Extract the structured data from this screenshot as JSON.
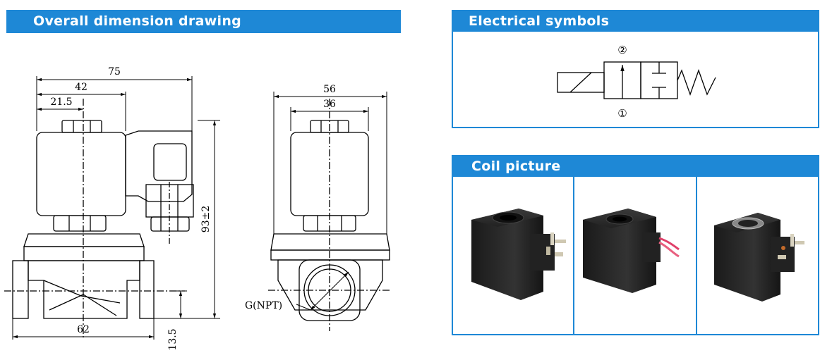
{
  "headers": {
    "dimension": "Overall dimension drawing",
    "electrical": "Electrical symbols",
    "coil": "Coil picture"
  },
  "dimensions": {
    "d75": "75",
    "d42": "42",
    "d21_5": "21.5",
    "d62": "62",
    "d93": "93±2",
    "d13_5": "13.5",
    "d56": "56",
    "d36": "36",
    "thread": "G(NPT)"
  },
  "symbol": {
    "port2": "②",
    "port1": "①"
  },
  "colors": {
    "accent": "#1e88d6",
    "coil_body": "#2a2a2a"
  }
}
